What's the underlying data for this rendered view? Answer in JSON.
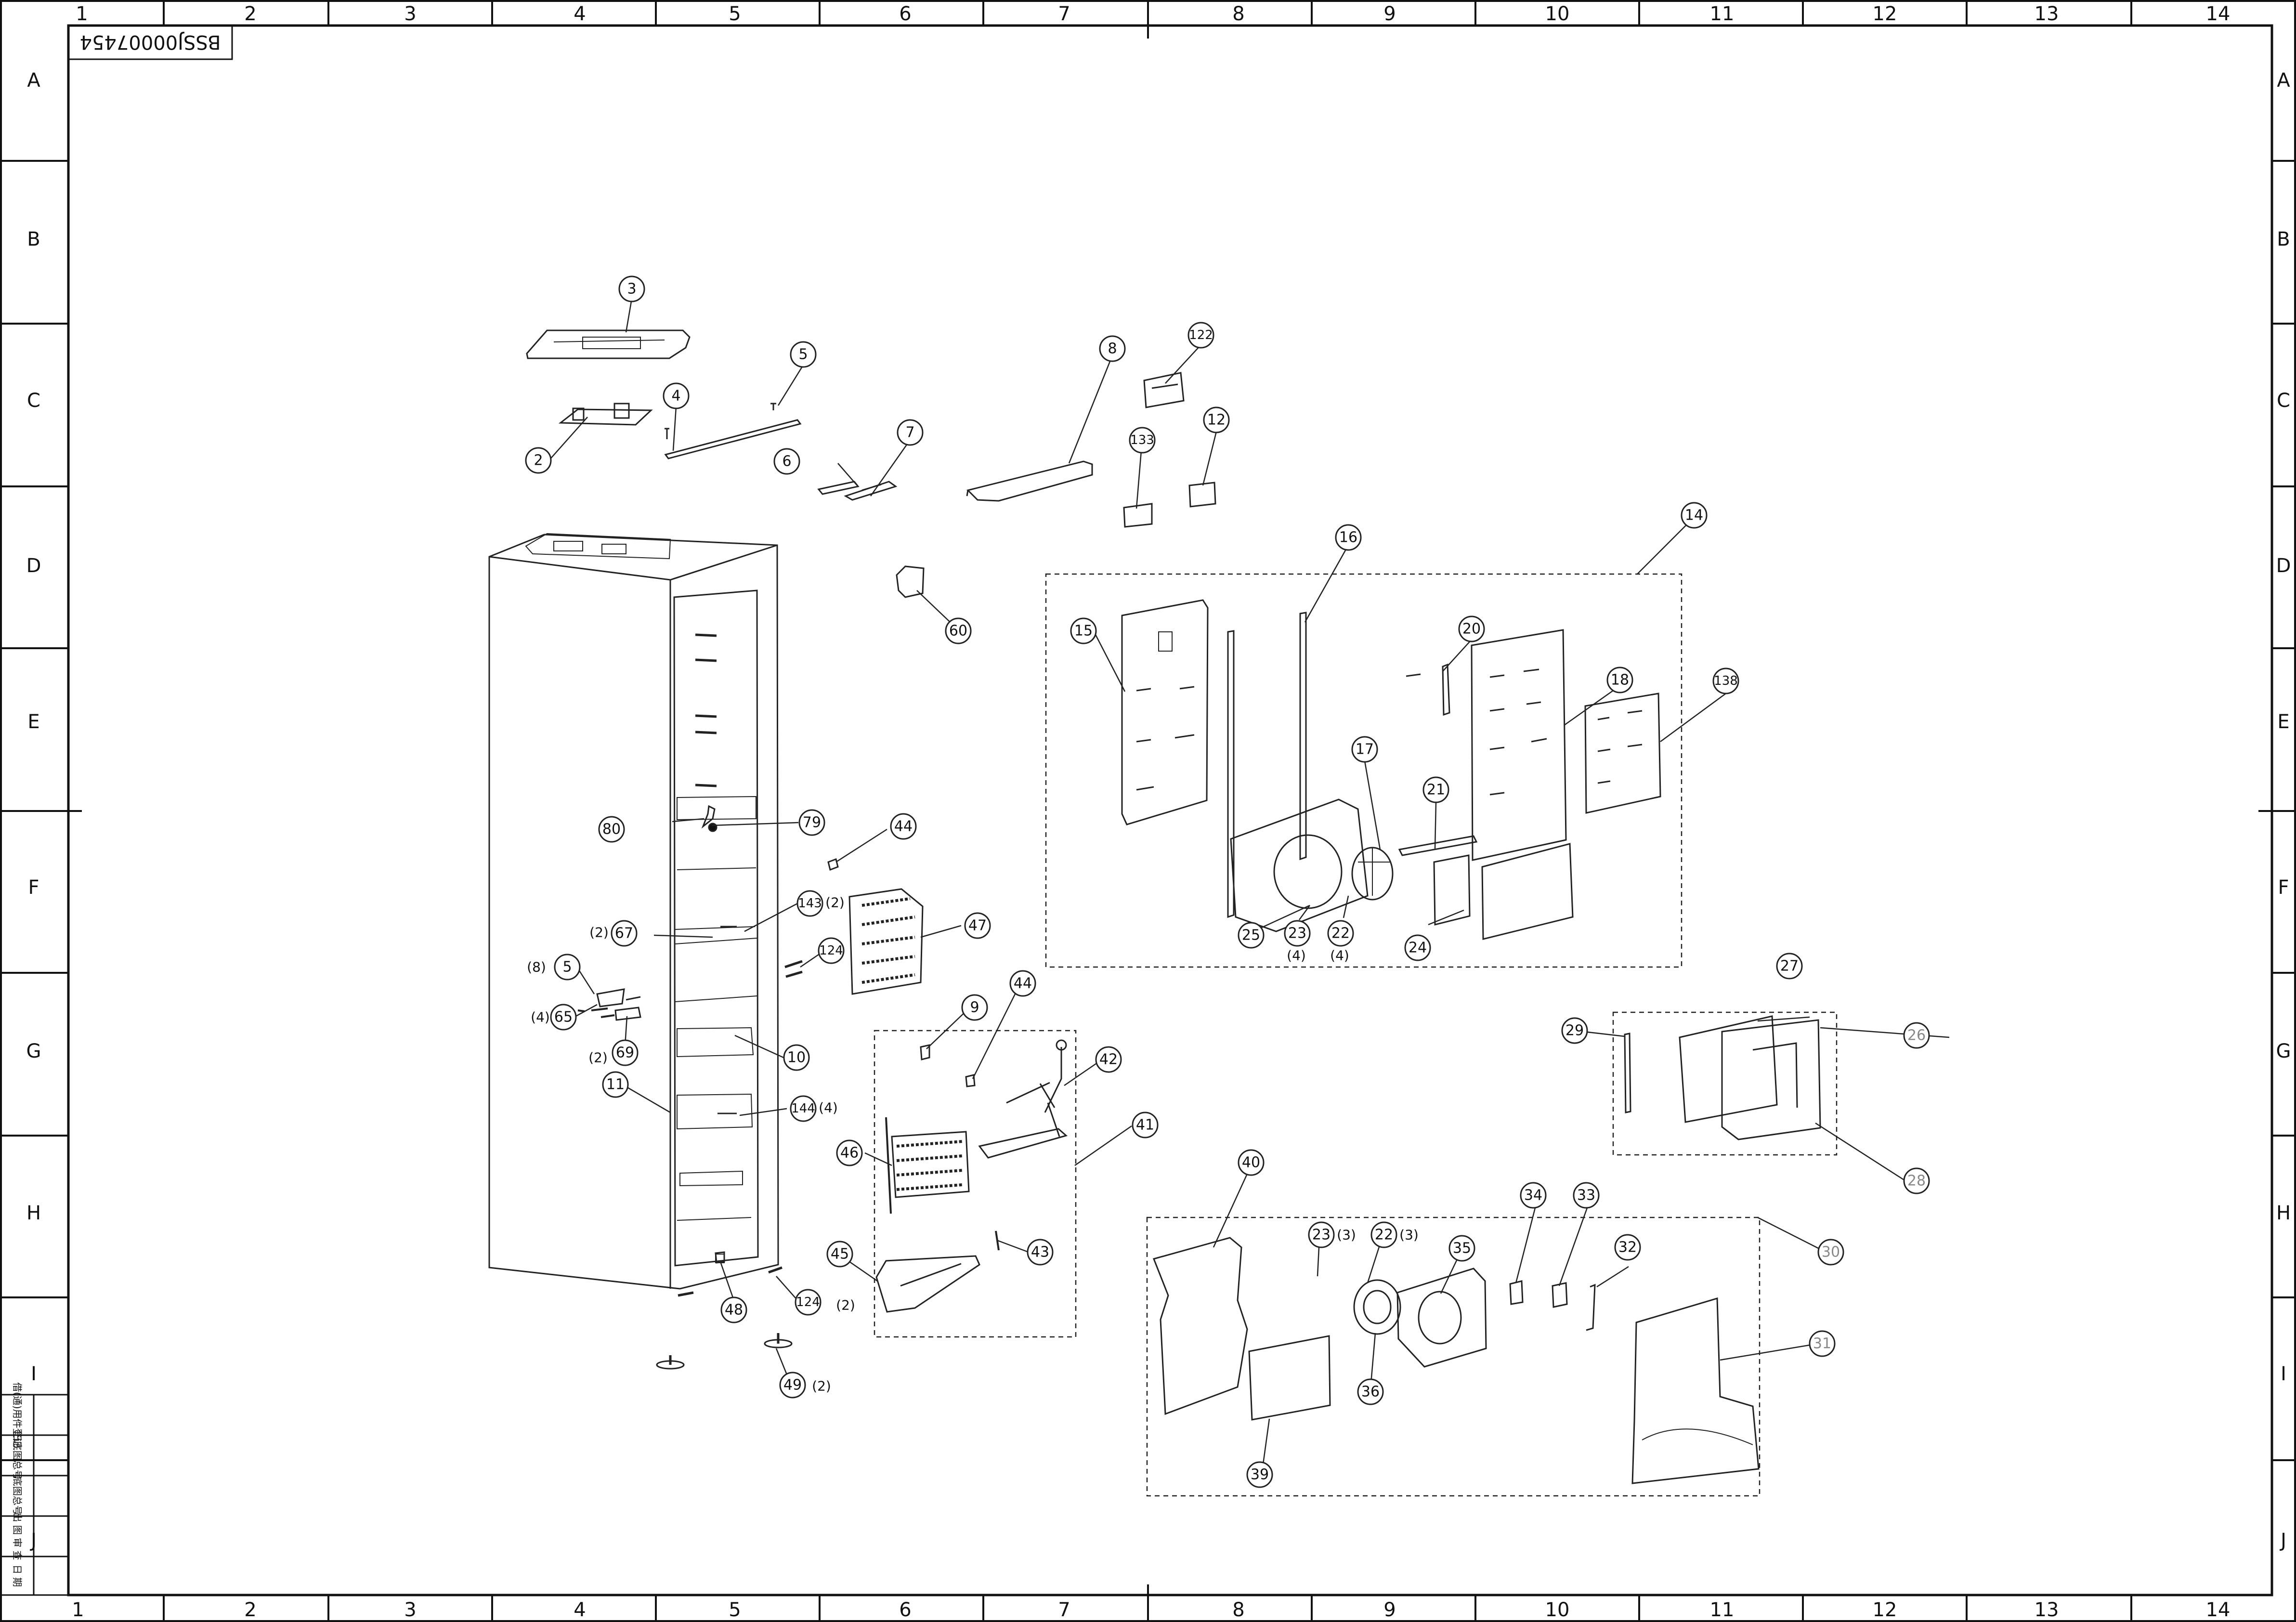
{
  "drawing_number": "BSSJ00007454",
  "grid": {
    "columns": [
      "1",
      "2",
      "3",
      "4",
      "5",
      "6",
      "7",
      "8",
      "9",
      "10",
      "11",
      "12",
      "13",
      "14"
    ],
    "rows": [
      "A",
      "B",
      "C",
      "D",
      "E",
      "F",
      "G",
      "H",
      "I",
      "J"
    ]
  },
  "title_block": {
    "cells": [
      "借(通)用件登记",
      "旧底图总号",
      "底图总号",
      "出 图 审 查",
      "日 期"
    ]
  },
  "callouts": [
    {
      "num": "3"
    },
    {
      "num": "5"
    },
    {
      "num": "4"
    },
    {
      "num": "2"
    },
    {
      "num": "6"
    },
    {
      "num": "7"
    },
    {
      "num": "8"
    },
    {
      "num": "122"
    },
    {
      "num": "133"
    },
    {
      "num": "12"
    },
    {
      "num": "60"
    },
    {
      "num": "14"
    },
    {
      "num": "16"
    },
    {
      "num": "15"
    },
    {
      "num": "20"
    },
    {
      "num": "18"
    },
    {
      "num": "138"
    },
    {
      "num": "17"
    },
    {
      "num": "21"
    },
    {
      "num": "25"
    },
    {
      "num": "23"
    },
    {
      "num": "22"
    },
    {
      "num": "24"
    },
    {
      "num": "80"
    },
    {
      "num": "79"
    },
    {
      "num": "44"
    },
    {
      "num": "143"
    },
    {
      "num": "67"
    },
    {
      "num": "47"
    },
    {
      "num": "124"
    },
    {
      "num": "5"
    },
    {
      "num": "65"
    },
    {
      "num": "69"
    },
    {
      "num": "9"
    },
    {
      "num": "44"
    },
    {
      "num": "10"
    },
    {
      "num": "11"
    },
    {
      "num": "42"
    },
    {
      "num": "144"
    },
    {
      "num": "41"
    },
    {
      "num": "46"
    },
    {
      "num": "43"
    },
    {
      "num": "45"
    },
    {
      "num": "48"
    },
    {
      "num": "124"
    },
    {
      "num": "49"
    },
    {
      "num": "27"
    },
    {
      "num": "29"
    },
    {
      "num": "26"
    },
    {
      "num": "28"
    },
    {
      "num": "40"
    },
    {
      "num": "34"
    },
    {
      "num": "33"
    },
    {
      "num": "30"
    },
    {
      "num": "23"
    },
    {
      "num": "22"
    },
    {
      "num": "35"
    },
    {
      "num": "32"
    },
    {
      "num": "31"
    },
    {
      "num": "36"
    },
    {
      "num": "39"
    }
  ],
  "quantities": [
    "(2)",
    "(2)",
    "(8)",
    "(4)",
    "(2)",
    "(4)",
    "(2)",
    "(2)",
    "(4)",
    "(4)",
    "(3)",
    "(3)"
  ]
}
